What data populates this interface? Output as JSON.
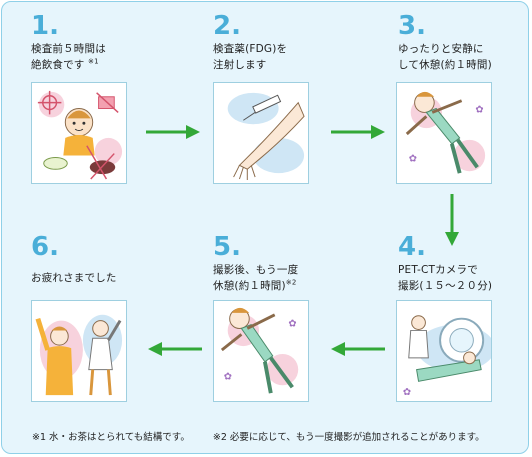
{
  "colors": {
    "number": "#4aaed8",
    "arrow": "#33a838",
    "frame_border": "#8fd0e8",
    "frame_bg": "#e6f5fc"
  },
  "steps": [
    {
      "num": "1.",
      "line1": "検査前５時間は",
      "line2": "絶飲食です",
      "note": "※1",
      "icon": "meal-illustration"
    },
    {
      "num": "2.",
      "line1": "検査薬(FDG)を",
      "line2": "注射します",
      "note": "",
      "icon": "injection-illustration"
    },
    {
      "num": "3.",
      "line1": "ゆったりと安静に",
      "line2": "して休憩(約１時間)",
      "note": "",
      "icon": "resting-person-illustration"
    },
    {
      "num": "4.",
      "line1": "PET-CTカメラで",
      "line2": "撮影(１５～２０分)",
      "note": "",
      "icon": "pet-ct-scanner-illustration"
    },
    {
      "num": "5.",
      "line1": "撮影後、もう一度",
      "line2": "休憩(約１時間)",
      "note": "※2",
      "icon": "resting-person-illustration"
    },
    {
      "num": "6.",
      "line1": "お疲れさまでした",
      "line2": "",
      "note": "",
      "icon": "waving-people-illustration"
    }
  ],
  "footnotes": {
    "note1": "※1 水・お茶はとられても結構です。",
    "note2": "※2 必要に応じて、もう一度撮影が追加されることがあります。"
  }
}
